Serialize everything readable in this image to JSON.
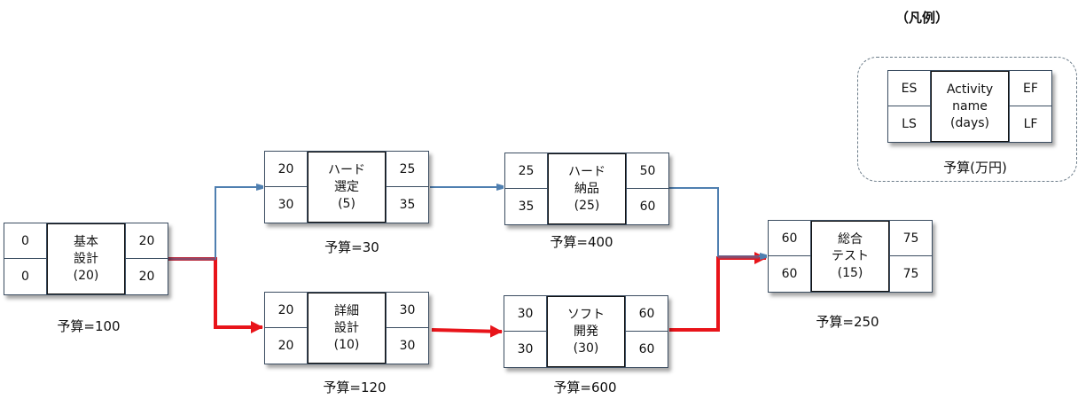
{
  "legend": {
    "title": "（凡例）",
    "es": "ES",
    "ls": "LS",
    "ef": "EF",
    "lf": "LF",
    "name_lines": [
      "Activity",
      "name",
      "(days)"
    ],
    "budget": "予算(万円)"
  },
  "activities": [
    {
      "id": "kihon-sekkei",
      "name_lines": [
        "基本",
        "設計",
        "(20)"
      ],
      "es": "0",
      "ls": "0",
      "ef": "20",
      "lf": "20",
      "budget": "予算=100",
      "critical": true
    },
    {
      "id": "hard-sentei",
      "name_lines": [
        "ハード",
        "選定",
        "(5)"
      ],
      "es": "20",
      "ls": "30",
      "ef": "25",
      "lf": "35",
      "budget": "予算=30",
      "critical": false
    },
    {
      "id": "shousai-sekkei",
      "name_lines": [
        "詳細",
        "設計",
        "(10)"
      ],
      "es": "20",
      "ls": "20",
      "ef": "30",
      "lf": "30",
      "budget": "予算=120",
      "critical": true
    },
    {
      "id": "hard-nouhin",
      "name_lines": [
        "ハード",
        "納品",
        "(25)"
      ],
      "es": "25",
      "ls": "35",
      "ef": "50",
      "lf": "60",
      "budget": "予算=400",
      "critical": false
    },
    {
      "id": "soft-kaihatsu",
      "name_lines": [
        "ソフト",
        "開発",
        "(30)"
      ],
      "es": "30",
      "ls": "30",
      "ef": "60",
      "lf": "60",
      "budget": "予算=600",
      "critical": true
    },
    {
      "id": "sougou-test",
      "name_lines": [
        "総合",
        "テスト",
        "(15)"
      ],
      "es": "60",
      "ls": "60",
      "ef": "75",
      "lf": "75",
      "budget": "予算=250",
      "critical": true
    }
  ],
  "colors": {
    "critical": "#e8141a",
    "normal": "#4f7fb0",
    "border": "#3b4d61"
  }
}
